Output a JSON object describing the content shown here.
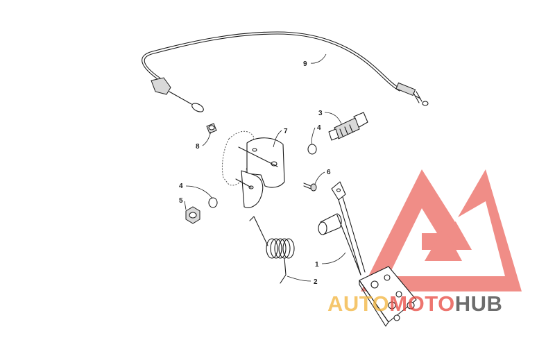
{
  "diagram": {
    "callouts": [
      {
        "id": "9",
        "label": "9"
      },
      {
        "id": "3",
        "label": "3"
      },
      {
        "id": "4a",
        "label": "4"
      },
      {
        "id": "7",
        "label": "7"
      },
      {
        "id": "8",
        "label": "8"
      },
      {
        "id": "6",
        "label": "6"
      },
      {
        "id": "4b",
        "label": "4"
      },
      {
        "id": "5",
        "label": "5"
      },
      {
        "id": "1",
        "label": "1"
      },
      {
        "id": "2",
        "label": "2"
      }
    ]
  },
  "watermark": {
    "brand_part1": "AUTO",
    "brand_part2": "MOTO",
    "brand_part3": "HUB",
    "colors": {
      "triangle": "#e8483f",
      "auto": "#f2b43c",
      "moto": "#e8483f",
      "hub": "#3d3d3d"
    }
  }
}
